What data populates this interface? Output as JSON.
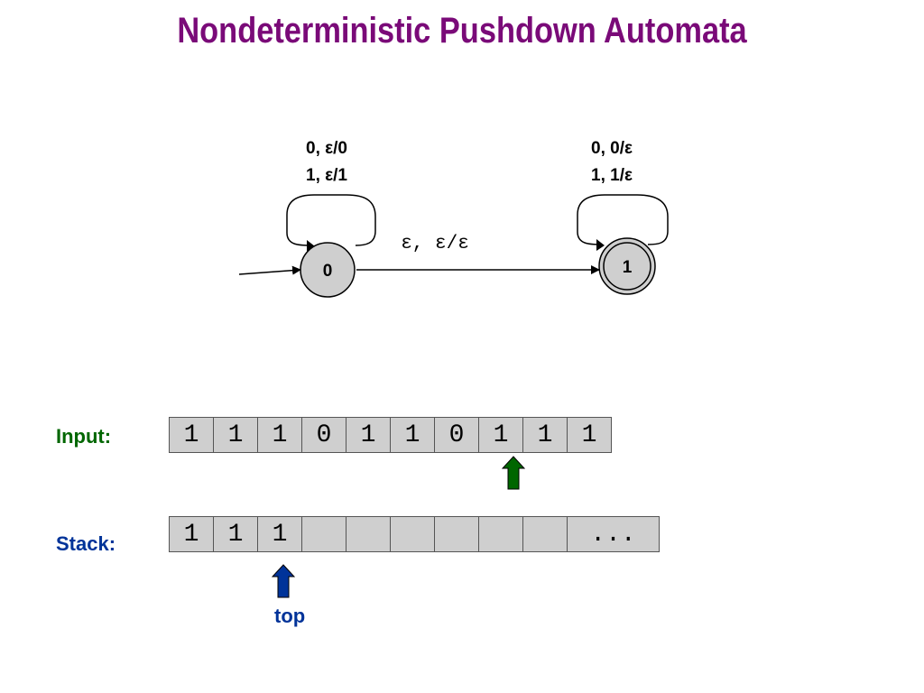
{
  "title": "Nondeterministic Pushdown Automata",
  "automaton": {
    "states": [
      {
        "label": "0",
        "accepting": false,
        "start": true
      },
      {
        "label": "1",
        "accepting": true,
        "start": false
      }
    ],
    "loop0": {
      "line1": "0, ε/0",
      "line2": "1, ε/1"
    },
    "loop1": {
      "line1": "0, 0/ε",
      "line2": "1, 1/ε"
    },
    "transition": "ε, ε/ε"
  },
  "input": {
    "label": "Input:",
    "cells": [
      "1",
      "1",
      "1",
      "0",
      "1",
      "1",
      "0",
      "1",
      "1",
      "1"
    ],
    "head_index": 7,
    "color": "#006600"
  },
  "stack": {
    "label": "Stack:",
    "cells": [
      "1",
      "1",
      "1",
      "",
      "",
      "",
      "",
      "",
      "",
      ""
    ],
    "last_cell": "...",
    "top_index": 2,
    "top_label": "top",
    "color": "#003399"
  }
}
